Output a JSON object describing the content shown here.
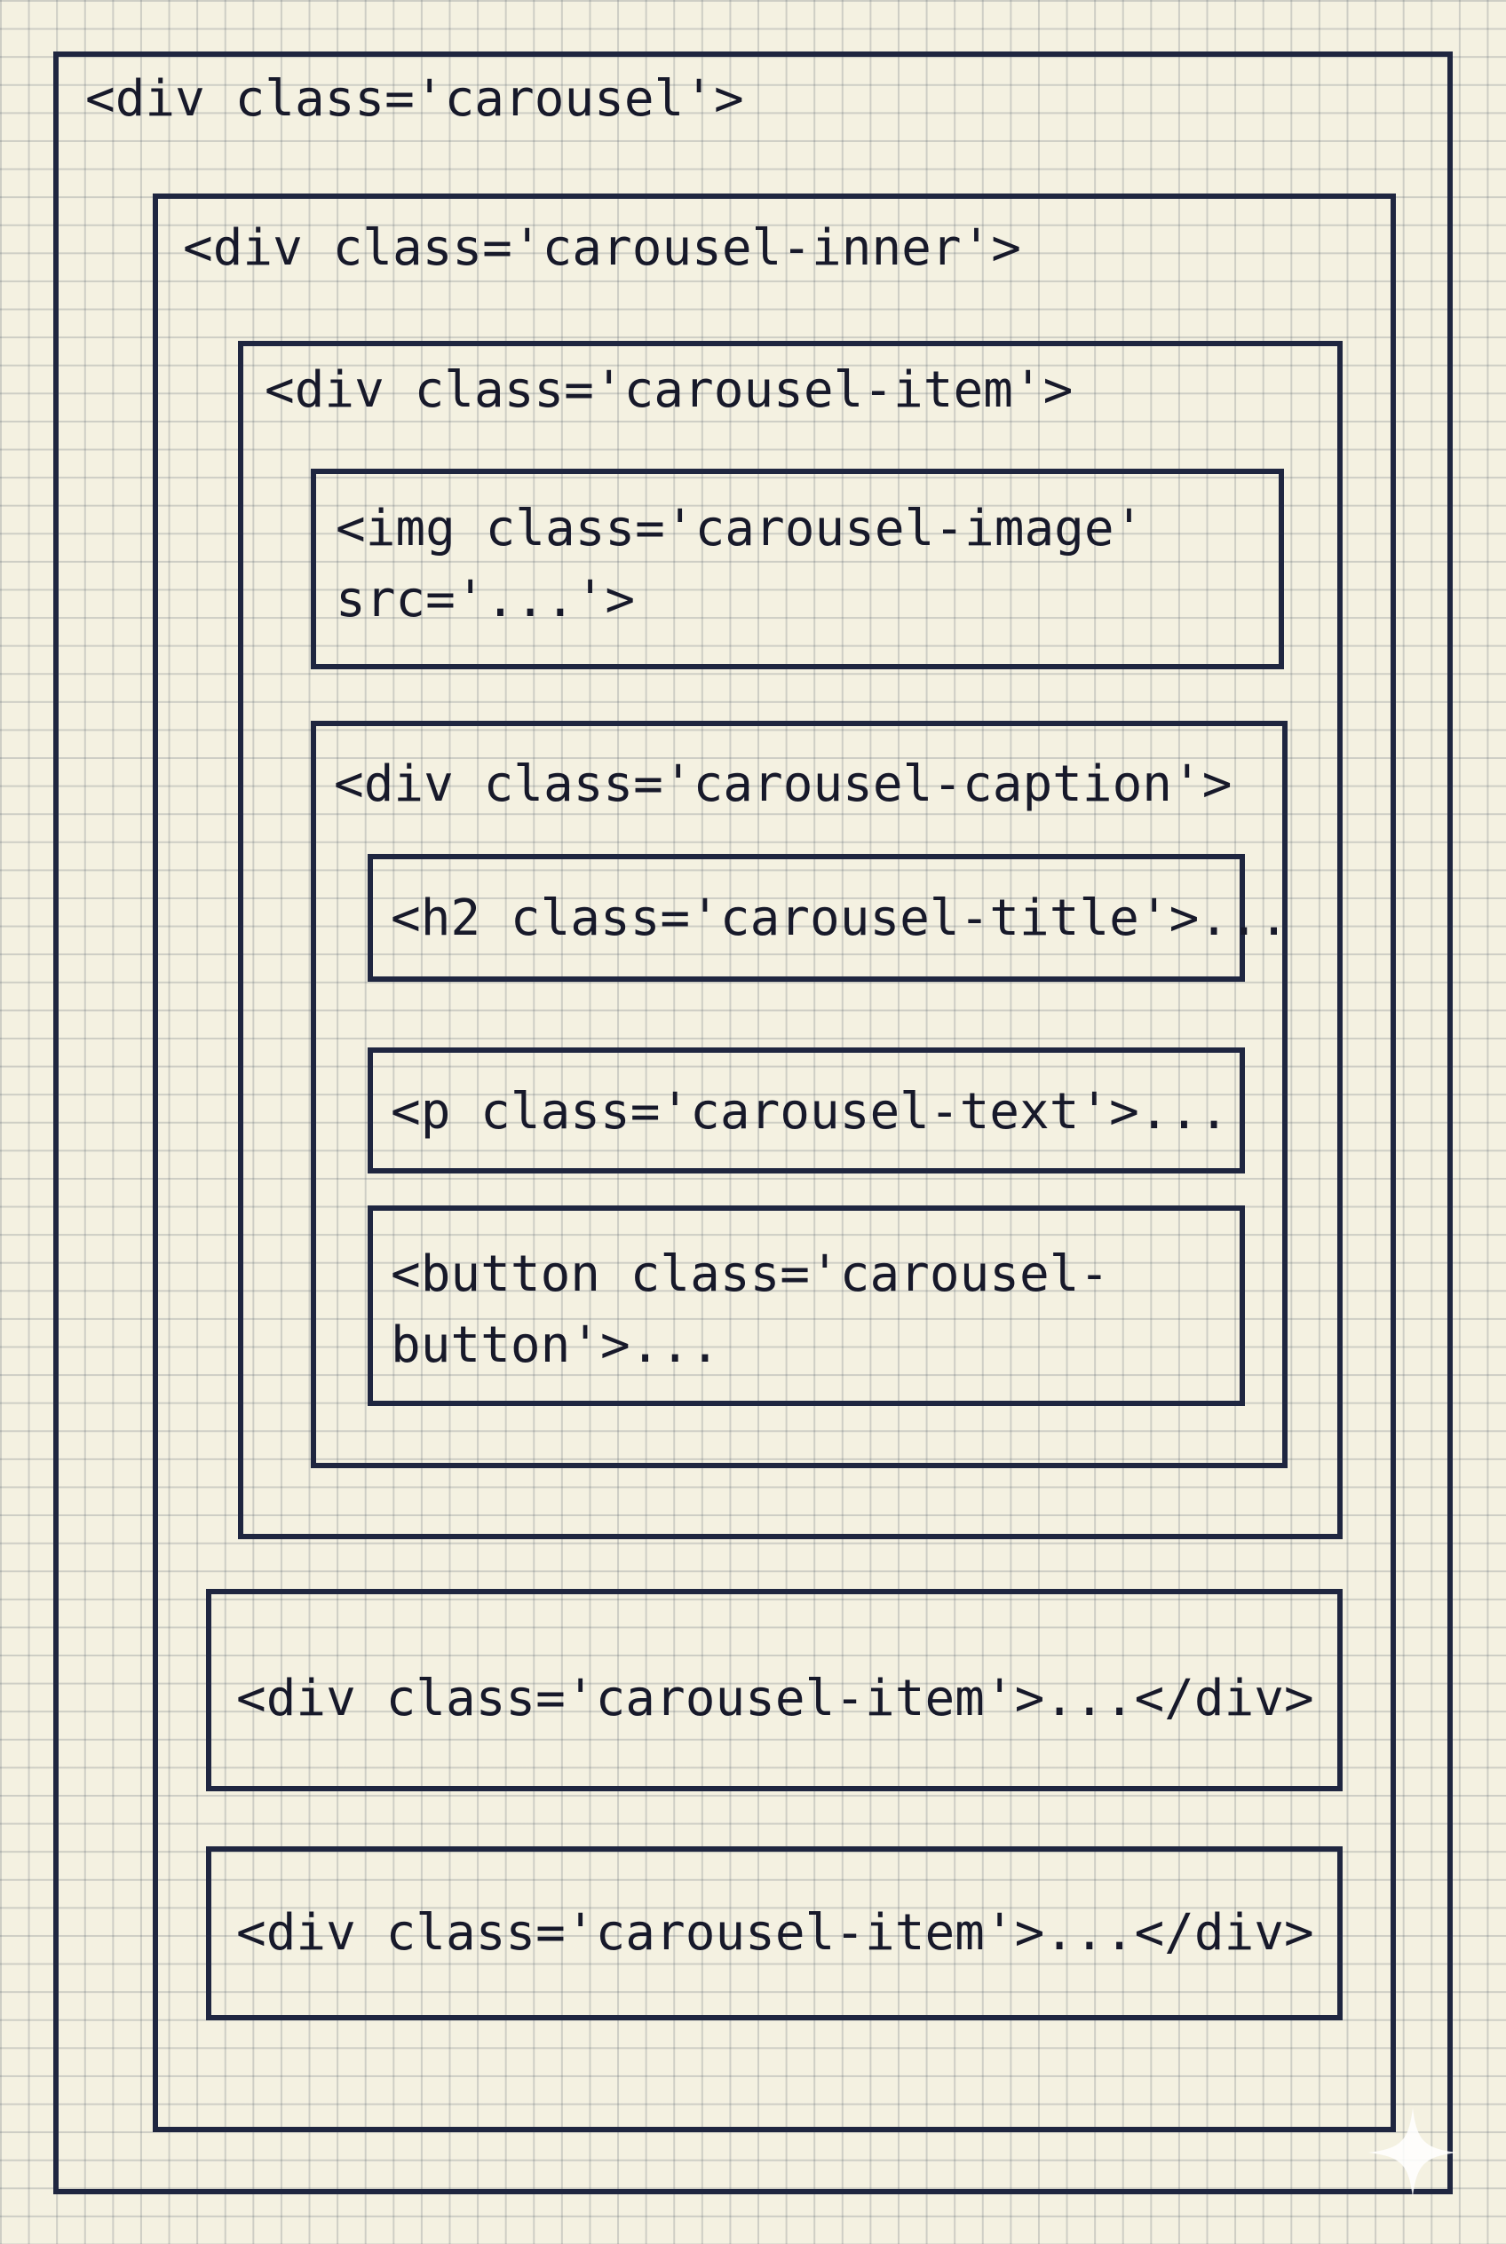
{
  "diagram": {
    "carousel": "<div class='carousel'>",
    "carousel_inner": "<div class='carousel-inner'>",
    "carousel_item_first": "<div class='carousel-item'>",
    "carousel_image": "<img class='carousel-image' src='...'>",
    "carousel_caption": "<div class='carousel-caption'>",
    "carousel_title": "<h2 class='carousel-title'>...",
    "carousel_text": "<p class='carousel-text'>...",
    "carousel_button": "<button class='carousel- button'>...",
    "carousel_item_second": "<div class='carousel-item'>...</div>",
    "carousel_item_third": "<div class='carousel-item'>...</div>"
  },
  "colors": {
    "paper": "#f4f1e1",
    "grid": "#465260",
    "ink": "#1f2640"
  },
  "icons": {
    "corner_mark": "sparkle-icon"
  }
}
